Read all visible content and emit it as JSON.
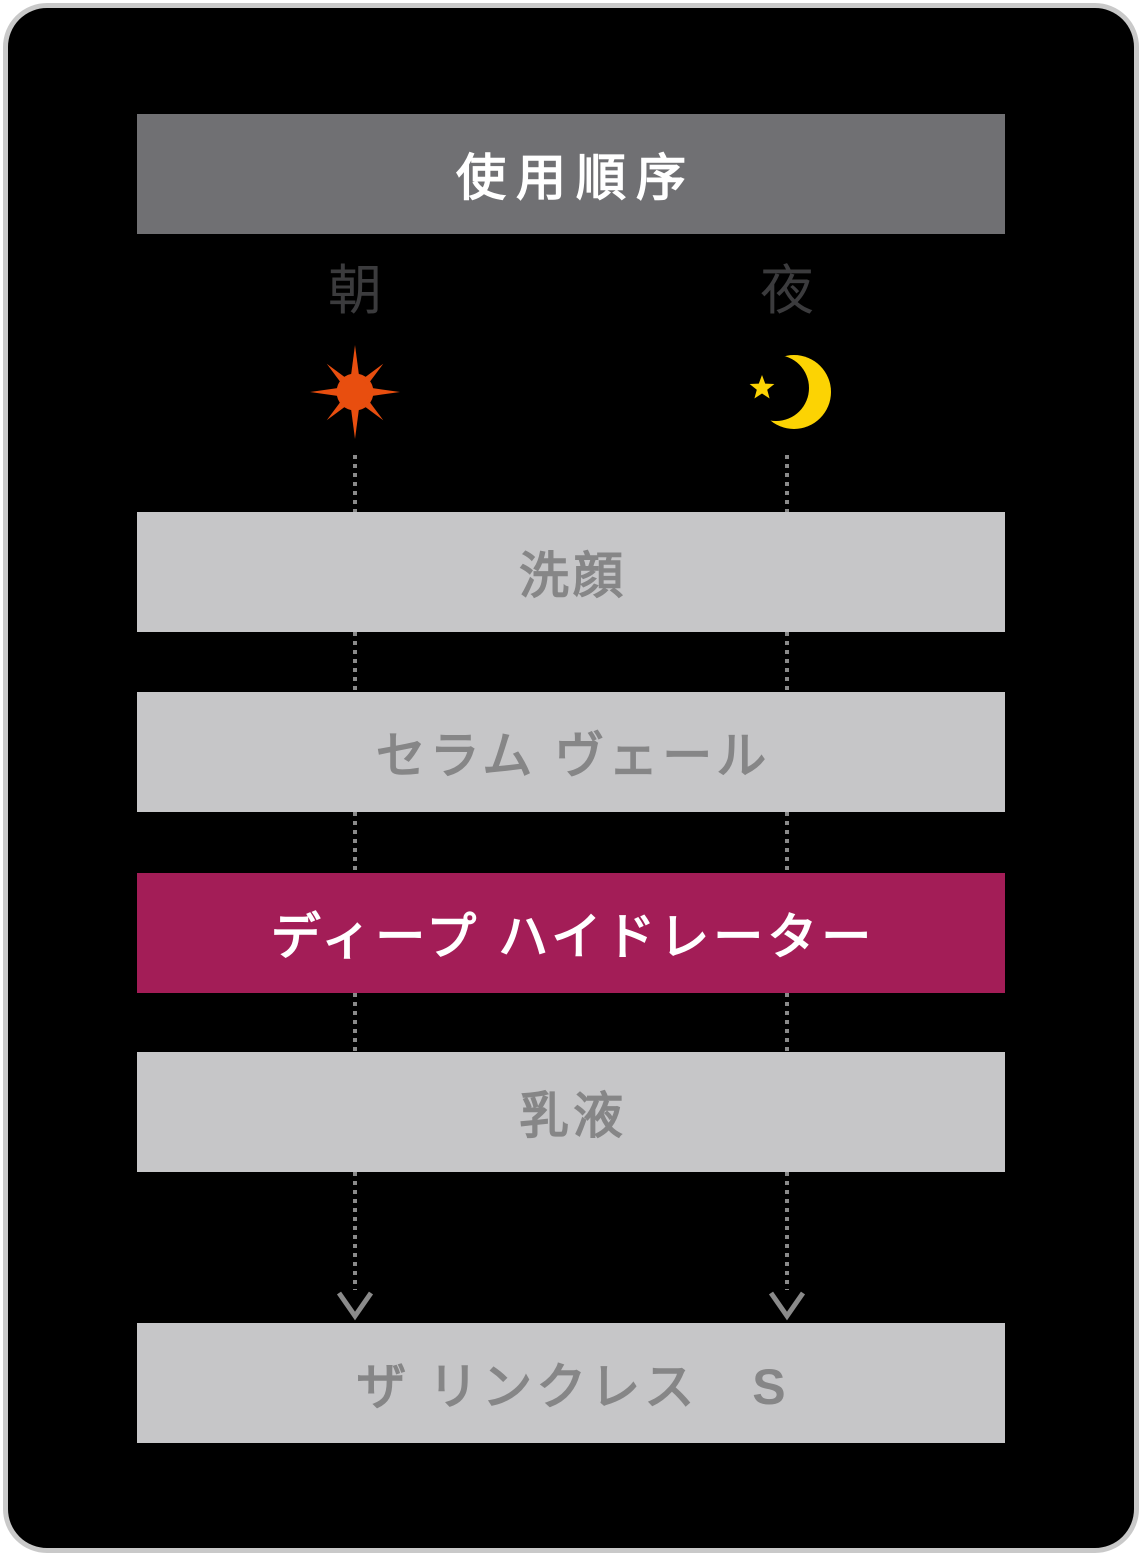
{
  "header": {
    "title": "使用順序"
  },
  "columns": {
    "morning": {
      "label": "朝",
      "icon": "sun-icon"
    },
    "night": {
      "label": "夜",
      "icon": "moon-icon"
    }
  },
  "steps": [
    {
      "label": "洗顔",
      "highlighted": false
    },
    {
      "label": "セラム ヴェール",
      "highlighted": false
    },
    {
      "label": "ディープ ハイドレーター",
      "highlighted": true
    },
    {
      "label": "乳液",
      "highlighted": false
    },
    {
      "label": "ザ リンクレス　S",
      "highlighted": false
    }
  ],
  "colors": {
    "background": "#000000",
    "frame_border": "#c9c9c9",
    "header_bg": "#707073",
    "step_bg": "#c6c6c8",
    "step_text": "#868687",
    "highlight_bg": "#a31d57",
    "highlight_text": "#ffffff",
    "column_label": "#3b3b3d",
    "connector": "#8a8a8a",
    "sun": "#e84e0f",
    "moon": "#fcd303"
  }
}
